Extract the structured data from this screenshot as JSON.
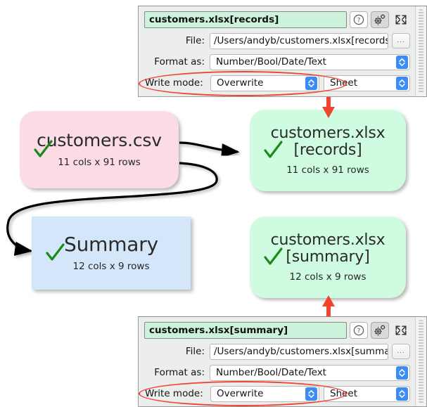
{
  "graph": {
    "nodes": [
      {
        "id": "csv",
        "title": "customers.csv",
        "title2": "",
        "subtitle": "11 cols x 91 rows",
        "color": "#fbdce5",
        "status": "ok",
        "shape": "rounded"
      },
      {
        "id": "records",
        "title": "customers.xlsx",
        "title2": "[records]",
        "subtitle": "11 cols x 91 rows",
        "color": "#cffce0",
        "status": "ok",
        "shape": "rounded"
      },
      {
        "id": "summary",
        "title": "Summary",
        "title2": "",
        "subtitle": "12 cols x 9 rows",
        "color": "#d3e6fa",
        "status": "ok",
        "shape": "rectangle"
      },
      {
        "id": "xsummary",
        "title": "customers.xlsx",
        "title2": "[summary]",
        "subtitle": "12 cols x 9 rows",
        "color": "#cffce0",
        "status": "ok",
        "shape": "rounded"
      }
    ],
    "edges": [
      {
        "from": "csv",
        "to": "records"
      },
      {
        "from": "csv",
        "to": "summary"
      },
      {
        "from": "summary",
        "to": "xsummary"
      }
    ],
    "annotation_arrow_color": "#f0442e",
    "check_color": "#1a8a1a"
  },
  "panels": [
    {
      "id": "top",
      "title": "customers.xlsx[records]",
      "help_icon": "question-circle-icon",
      "settings_icon": "gear-icon",
      "expand_icon": "expand-arrows-icon",
      "file_label": "File:",
      "file_value": "/Users/andyb/customers.xlsx[records]",
      "browse_label": "...",
      "format_label": "Format as:",
      "format_value": "Number/Bool/Date/Text",
      "write_mode_label": "Write mode:",
      "write_mode_value": "Overwrite",
      "sheet_value": "Sheet"
    },
    {
      "id": "bottom",
      "title": "customers.xlsx[summary]",
      "help_icon": "question-circle-icon",
      "settings_icon": "gear-icon",
      "expand_icon": "expand-arrows-icon",
      "file_label": "File:",
      "file_value": "/Users/andyb/customers.xlsx[summary]",
      "browse_label": "...",
      "format_label": "Format as:",
      "format_value": "Number/Bool/Date/Text",
      "write_mode_label": "Write mode:",
      "write_mode_value": "Overwrite",
      "sheet_value": "Sheet"
    }
  ],
  "colors": {
    "accent_red": "#f0442e",
    "stepper_blue": "#3b8cf5",
    "title_field_green": "#ccf2dc",
    "check_green": "#1a8a1a"
  }
}
